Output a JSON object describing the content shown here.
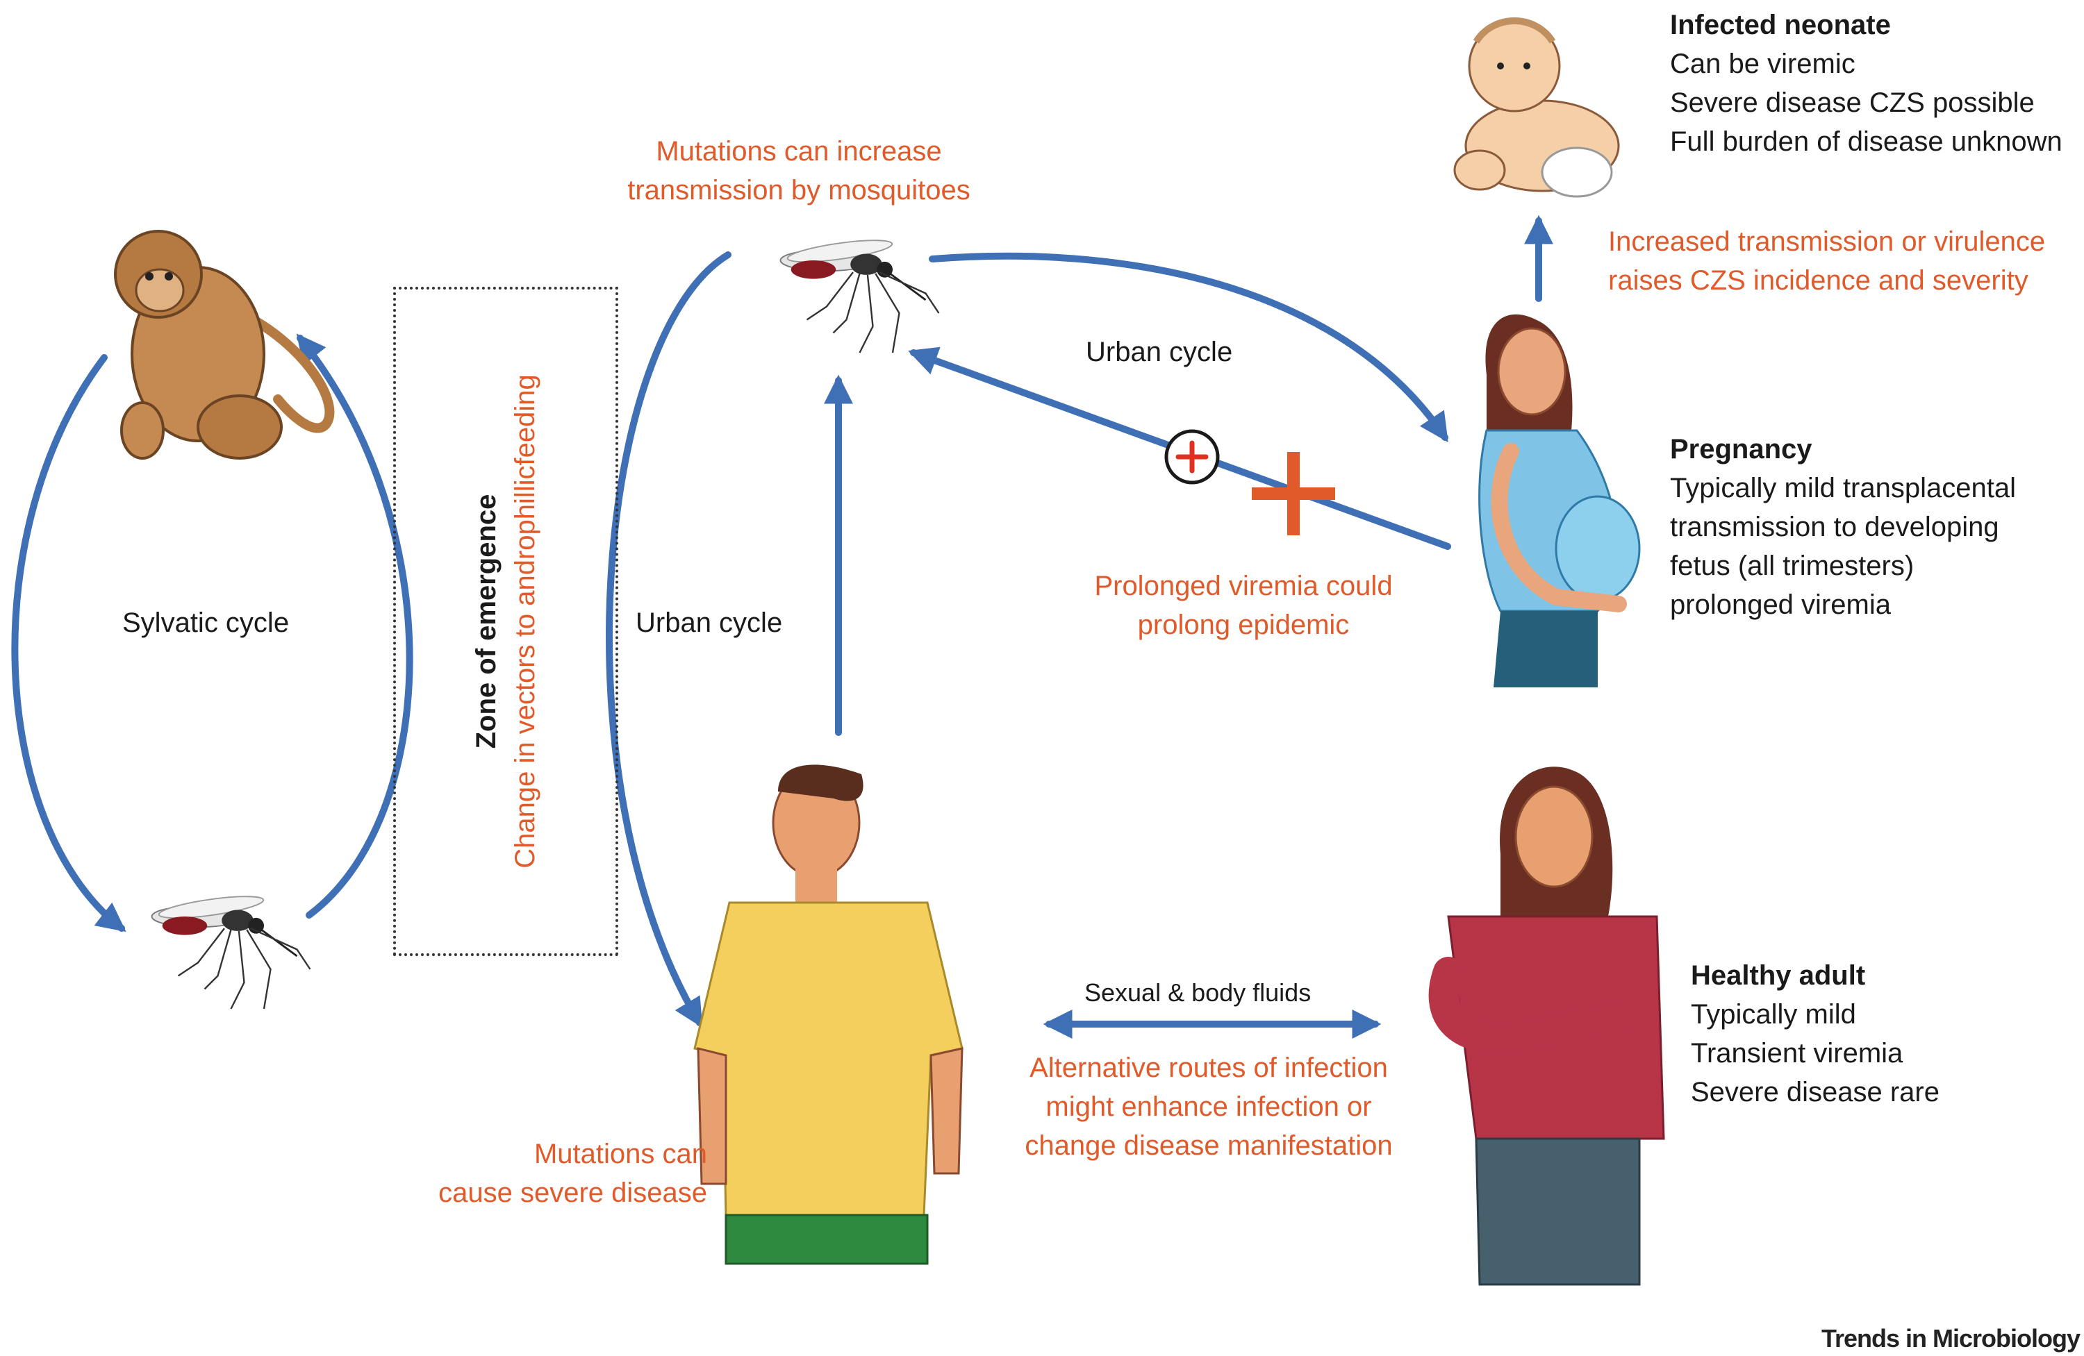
{
  "colors": {
    "arrow": "#3f6fb5",
    "accent_text": "#e05a2a",
    "plus_red": "#e03020",
    "body_text": "#1a1a1a"
  },
  "labels": {
    "sylvatic_cycle": "Sylvatic cycle",
    "urban_cycle_vertical": "Urban cycle",
    "urban_cycle_top": "Urban cycle",
    "sexual_fluids": "Sexual & body fluids"
  },
  "zone": {
    "title": "Zone of emergence",
    "subtitle": "Change in vectors to androphillicfeeding"
  },
  "notes": {
    "mosquito_mutations": [
      "Mutations can increase",
      "transmission by mosquitoes"
    ],
    "prolonged_viremia": [
      "Prolonged viremia could",
      "prolong epidemic"
    ],
    "czs": [
      "Increased transmission or virulence",
      "raises CZS incidence and severity"
    ],
    "alt_routes": [
      "Alternative routes of infection",
      "might enhance infection or",
      "change disease manifestation"
    ],
    "severe_disease": [
      "Mutations can",
      "cause severe disease"
    ]
  },
  "neonate": {
    "title": "Infected neonate",
    "lines": [
      "Can be viremic",
      "Severe disease CZS possible",
      "Full burden of disease unknown"
    ]
  },
  "pregnancy": {
    "title": "Pregnancy",
    "lines": [
      "Typically mild transplacental",
      "transmission to developing",
      "fetus (all trimesters)",
      "prolonged viremia"
    ]
  },
  "healthy_adult": {
    "title": "Healthy adult",
    "lines": [
      "Typically mild",
      "Transient viremia",
      "Severe disease rare"
    ]
  },
  "icons": {
    "monkey": "monkey-icon",
    "mosquito": "mosquito-icon",
    "man": "man-figure",
    "pregnant_woman": "pregnant-woman-figure",
    "woman": "woman-figure",
    "baby": "baby-figure",
    "plus_circle": "plus-circle-icon",
    "plus": "plus-icon"
  },
  "credit": "Trends in Microbiology"
}
